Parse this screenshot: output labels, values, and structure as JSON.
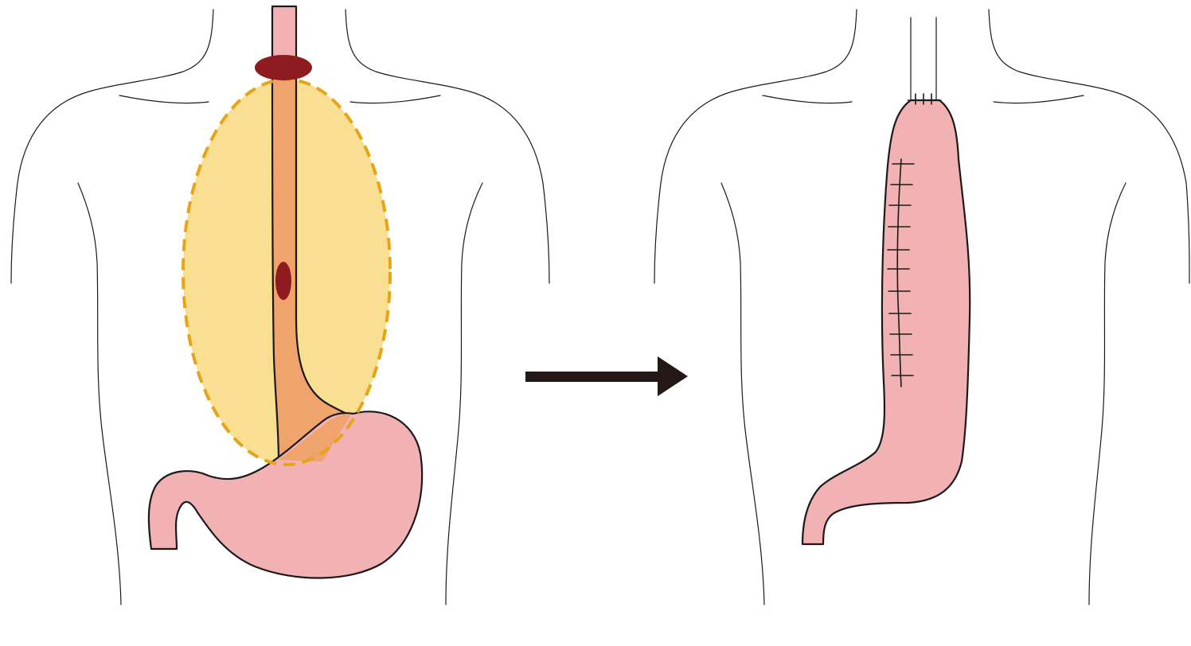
{
  "figure": {
    "panels": [
      {
        "id": "before",
        "structures": [
          "torso-outline",
          "esophagus",
          "stomach",
          "tumor",
          "upper-marker",
          "resection-zone"
        ]
      },
      {
        "id": "after",
        "structures": [
          "torso-outline",
          "residual-esophagus",
          "gastric-conduit",
          "staple-line",
          "anastomosis"
        ]
      }
    ],
    "arrow": {
      "direction": "right"
    }
  },
  "colors": {
    "skin_outline": "#1a1a1a",
    "organ_pink": "#f2b1b3",
    "esophagus_orange": "#f0a36c",
    "resection_fill": "#f9df92",
    "resection_border": "#e8a417",
    "tumor_red": "#8e1b1f",
    "arrow": "#231815"
  },
  "icons": {
    "arrow": "right-arrow-icon"
  }
}
